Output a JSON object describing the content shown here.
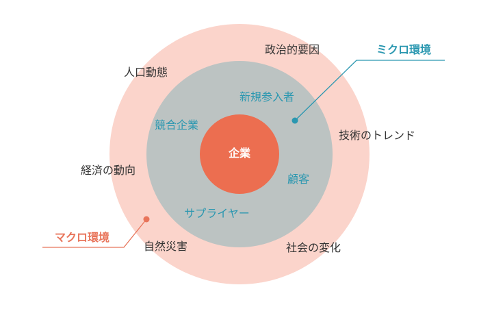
{
  "colors": {
    "outer_ring": "#fbd4cb",
    "middle_ring": "#bcc3c2",
    "core": "#ec6e50",
    "micro_accent": "#2a97b0",
    "macro_accent": "#e8745a",
    "factor_text": "#333333"
  },
  "core": {
    "label": "企業"
  },
  "micro_environment": {
    "callout": "ミクロ環境",
    "factors": [
      "新規参入者",
      "競合企業",
      "顧客",
      "サプライヤー"
    ]
  },
  "macro_environment": {
    "callout": "マクロ環境",
    "factors": [
      "政治的要因",
      "人口動態",
      "技術のトレンド",
      "経済の動向",
      "自然災害",
      "社会の変化"
    ]
  }
}
